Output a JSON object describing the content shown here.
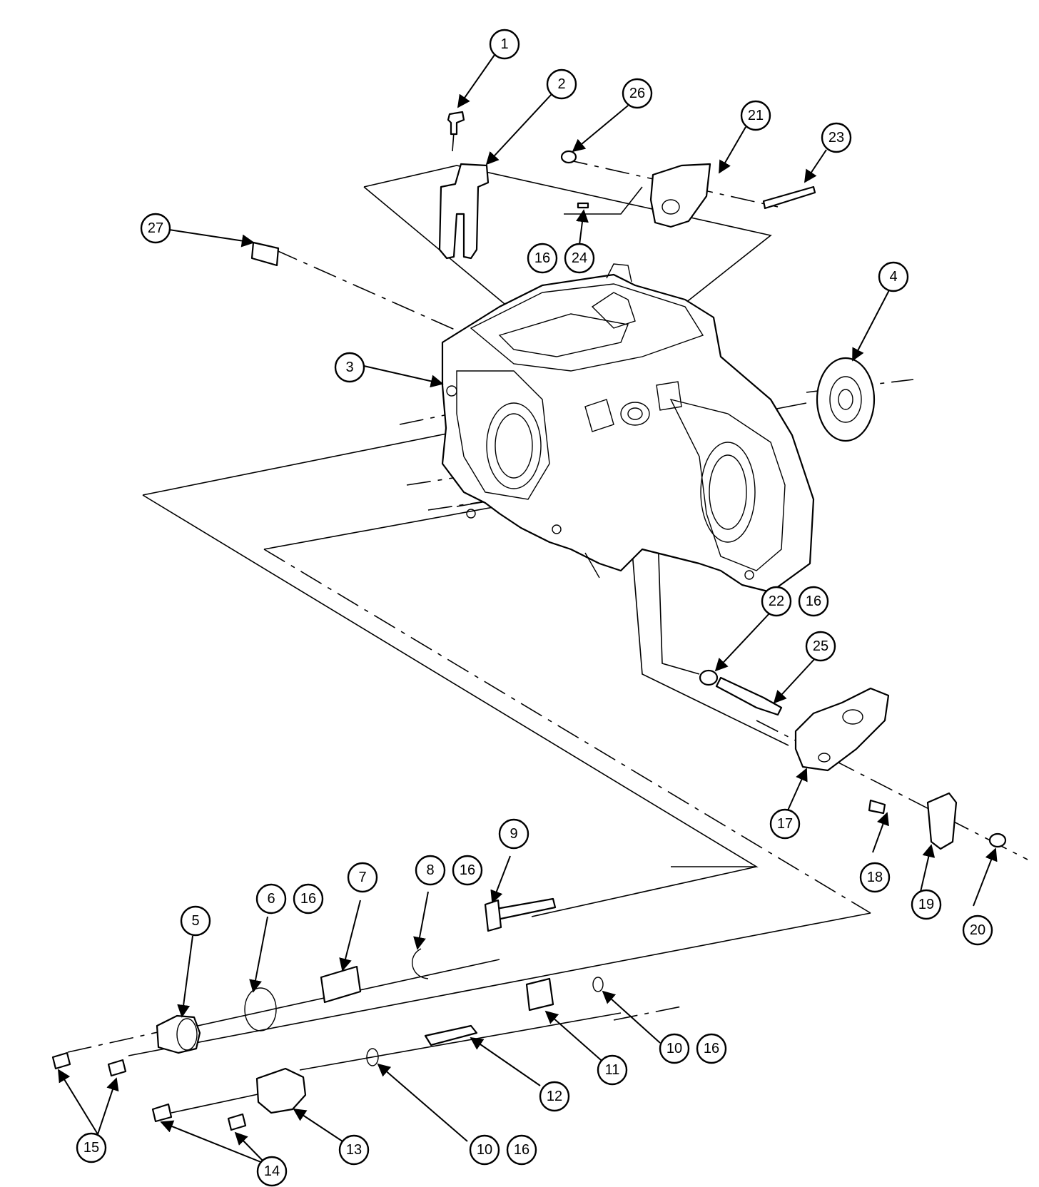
{
  "callouts": [
    {
      "label": "1"
    },
    {
      "label": "2"
    },
    {
      "label": "26"
    },
    {
      "label": "21"
    },
    {
      "label": "23"
    },
    {
      "label": "27"
    },
    {
      "label": "16"
    },
    {
      "label": "24"
    },
    {
      "label": "4"
    },
    {
      "label": "3"
    },
    {
      "label": "22"
    },
    {
      "label": "16"
    },
    {
      "label": "25"
    },
    {
      "label": "17"
    },
    {
      "label": "18"
    },
    {
      "label": "19"
    },
    {
      "label": "20"
    },
    {
      "label": "9"
    },
    {
      "label": "8"
    },
    {
      "label": "16"
    },
    {
      "label": "7"
    },
    {
      "label": "6"
    },
    {
      "label": "16"
    },
    {
      "label": "5"
    },
    {
      "label": "10"
    },
    {
      "label": "16"
    },
    {
      "label": "11"
    },
    {
      "label": "12"
    },
    {
      "label": "15"
    },
    {
      "label": "14"
    },
    {
      "label": "13"
    },
    {
      "label": "10"
    },
    {
      "label": "16"
    }
  ]
}
